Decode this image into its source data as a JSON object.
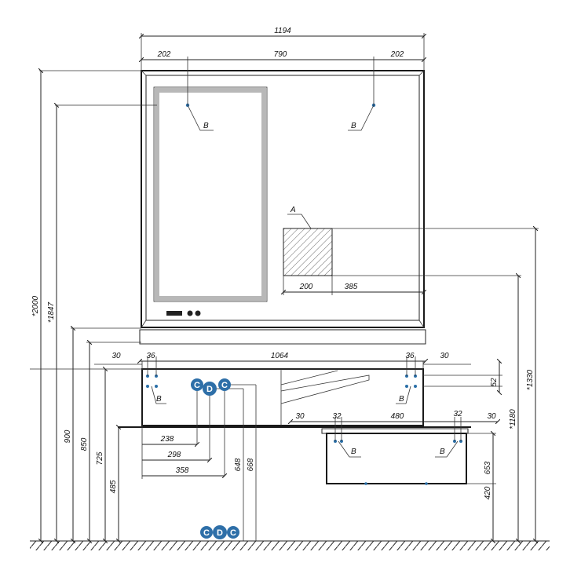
{
  "dimensions": {
    "overall_width": "1194",
    "mirror_left": "202",
    "mirror_center": "790",
    "mirror_right": "202",
    "left_30": "30",
    "left_36": "36",
    "cabinet_width": "1064",
    "right_36": "36",
    "right_30": "30",
    "drawer_30": "30",
    "drawer_32_left": "32",
    "drawer_480": "480",
    "drawer_32_right": "32",
    "drawer_30_right": "30",
    "patch_200": "200",
    "patch_385": "385",
    "d238": "238",
    "d298": "298",
    "d358": "358",
    "h2000": "*2000",
    "h1847": "*1847",
    "h900": "900",
    "h850": "850",
    "h725": "725",
    "h485": "485",
    "h648": "648",
    "h668": "668",
    "h52": "52",
    "h653": "653",
    "h420": "420",
    "h1180": "*1180",
    "h1330": "*1330"
  },
  "callouts": {
    "b": "B",
    "a": "A"
  },
  "badges": {
    "c": "C",
    "d": "D"
  },
  "colors": {
    "line": "#222222",
    "badge": "#2e6fa8",
    "point": "#2a6fa8",
    "lamp": "#b8b8b8"
  }
}
